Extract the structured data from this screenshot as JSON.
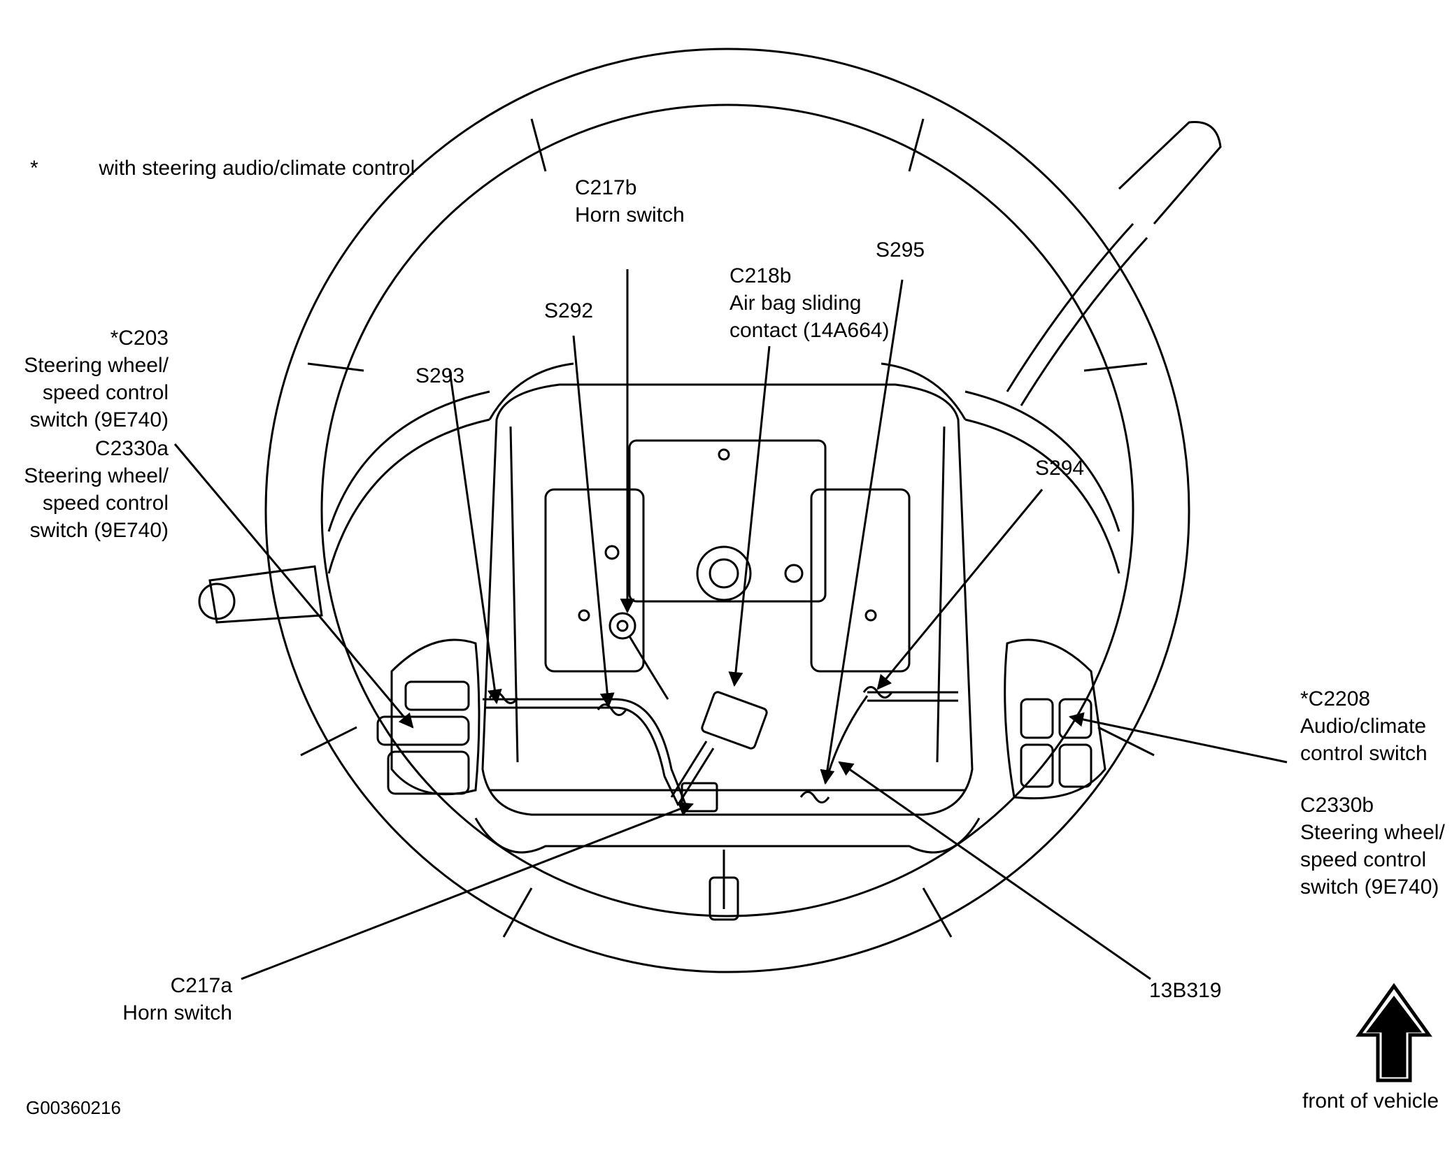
{
  "footnote": {
    "mark": "*",
    "text": "with steering audio/climate control"
  },
  "figure_id": "G00360216",
  "direction_label": "front of vehicle",
  "callouts": {
    "c217b": {
      "id": "C217b",
      "desc": "Horn switch"
    },
    "c218b": {
      "id": "C218b",
      "desc1": "Air bag sliding",
      "desc2": "contact (14A664)"
    },
    "s295": {
      "id": "S295"
    },
    "s292": {
      "id": "S292"
    },
    "s293": {
      "id": "S293"
    },
    "s294": {
      "id": "S294"
    },
    "c203": {
      "id": "*C203",
      "desc1": "Steering wheel/",
      "desc2": "speed control",
      "desc3": "switch (9E740)"
    },
    "c2330a": {
      "id": "C2330a",
      "desc1": "Steering wheel/",
      "desc2": "speed control",
      "desc3": "switch (9E740)"
    },
    "c2208": {
      "id": "*C2208",
      "desc1": "Audio/climate",
      "desc2": "control switch"
    },
    "c2330b": {
      "id": "C2330b",
      "desc1": "Steering wheel/",
      "desc2": "speed control",
      "desc3": "switch (9E740)"
    },
    "c217a": {
      "id": "C217a",
      "desc": "Horn switch"
    },
    "p13b319": {
      "id": "13B319"
    }
  }
}
